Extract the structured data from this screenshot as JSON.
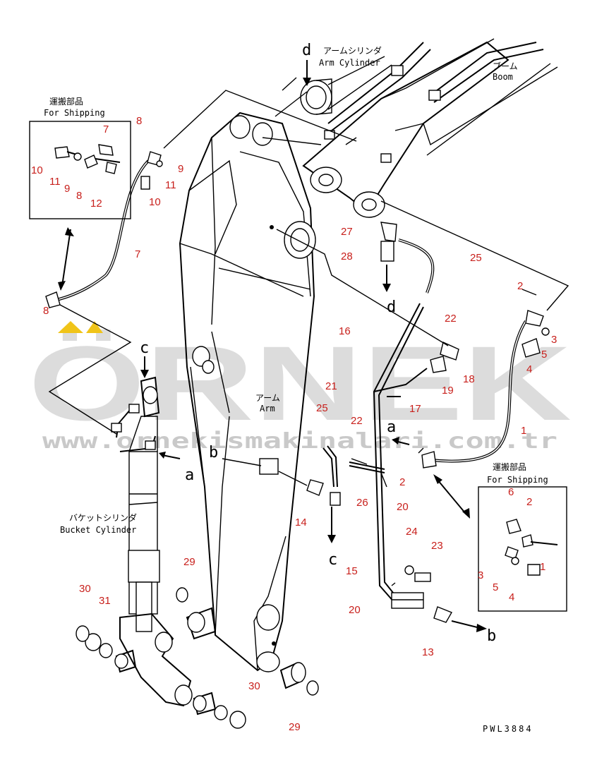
{
  "drawing_code": "PWL3884",
  "watermark": {
    "brand": "ÖRNEK",
    "url": "www.ornekismakinalari.com.tr",
    "accent_color": "#f0c419"
  },
  "labels": {
    "arm_cylinder_jp": "アームシリンダ",
    "arm_cylinder_en": "Arm Cylinder",
    "boom_jp": "ブーム",
    "boom_en": "Boom",
    "arm_jp": "アーム",
    "arm_en": "Arm",
    "bucket_cylinder_jp": "バケットシリンダ",
    "bucket_cylinder_en": "Bucket Cylinder",
    "shipping_jp": "運搬部品",
    "shipping_en": "For Shipping"
  },
  "letters": {
    "a": "a",
    "b": "b",
    "c": "c",
    "d": "d"
  },
  "part_numbers": [
    "1",
    "2",
    "3",
    "4",
    "5",
    "6",
    "7",
    "8",
    "9",
    "10",
    "11",
    "12",
    "13",
    "14",
    "15",
    "16",
    "17",
    "18",
    "19",
    "20",
    "21",
    "22",
    "23",
    "24",
    "25",
    "26",
    "27",
    "28",
    "29",
    "30",
    "31"
  ],
  "colors": {
    "callout": "#c8201c",
    "line": "#000000",
    "watermark_text": "#dcdcdc"
  }
}
